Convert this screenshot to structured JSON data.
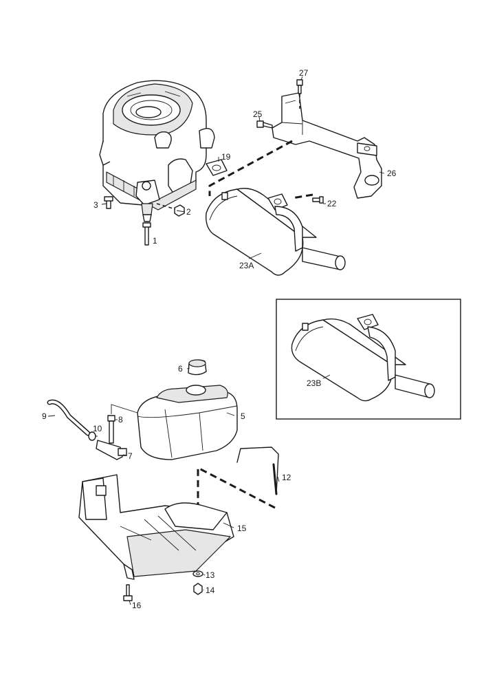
{
  "callouts": {
    "c1": "1",
    "c2": "2",
    "c3": "3",
    "c5": "5",
    "c6": "6",
    "c7": "7",
    "c8": "8",
    "c9": "9",
    "c10": "10",
    "c12": "12",
    "c13": "13",
    "c14": "14",
    "c15": "15",
    "c16": "16",
    "c19": "19",
    "c22": "22",
    "c23a": "23A",
    "c23b": "23B",
    "c25": "25",
    "c26": "26",
    "c27": "27"
  },
  "colors": {
    "line": "#1a1a1a",
    "shade": "#e6e6e6",
    "paper": "#ffffff"
  }
}
